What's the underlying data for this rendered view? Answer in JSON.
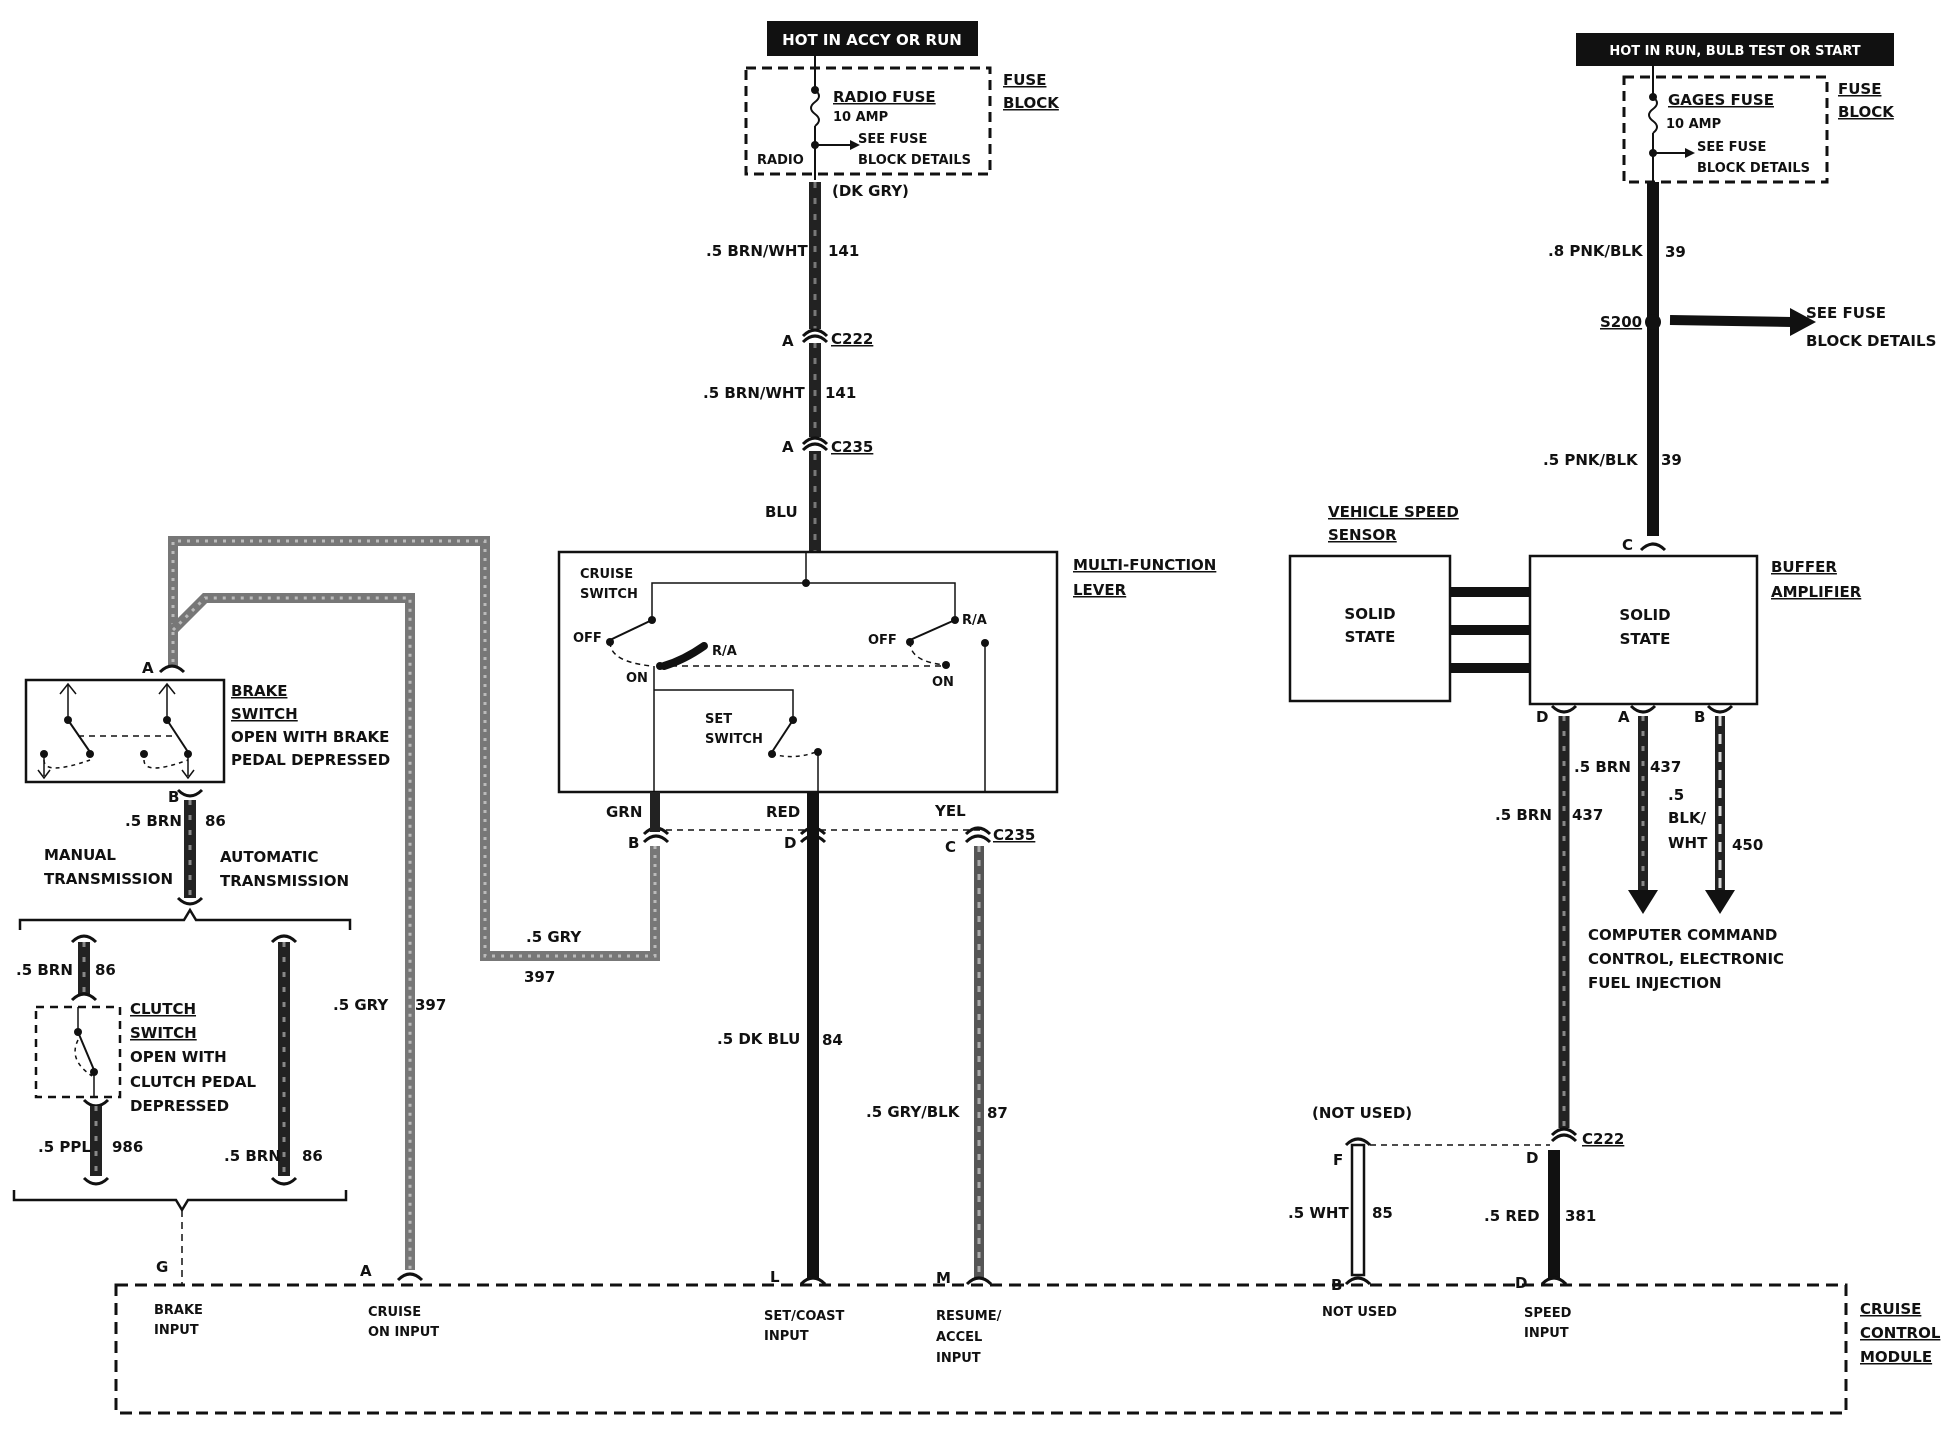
{
  "power": {
    "radio_hot": "HOT IN ACCY OR RUN",
    "gages_hot": "HOT IN RUN, BULB TEST OR START",
    "fuse_block_1": "FUSE",
    "fuse_block_2": "BLOCK",
    "radio_fuse": "RADIO FUSE",
    "radio_amp": "10 AMP",
    "gages_fuse": "GAGES FUSE",
    "gages_amp": "10 AMP",
    "see_fuse_1": "SEE FUSE",
    "see_fuse_2": "BLOCK DETAILS",
    "radio": "RADIO",
    "dk_gry": "(DK GRY)",
    "see_fuse_big_1": "SEE FUSE",
    "see_fuse_big_2": "BLOCK DETAILS",
    "s200": "S200"
  },
  "wires": {
    "brn_wht": ".5 BRN/WHT",
    "c141": "141",
    "pnk_blk_8": ".8 PNK/BLK",
    "pnk_blk_5": ".5 PNK/BLK",
    "c39": "39",
    "blu": "BLU",
    "grn": "GRN",
    "red": "RED",
    "yel": "YEL",
    "gry": ".5 GRY",
    "c397": "397",
    "brn": ".5 BRN",
    "c86": "86",
    "ppl": ".5 PPL",
    "c986": "986",
    "dk_blu": ".5 DK BLU",
    "c84": "84",
    "gry_blk": ".5 GRY/BLK",
    "c87": "87",
    "wht": ".5 WHT",
    "c85": "85",
    "red5": ".5 RED",
    "c381": "381",
    "c437": "437",
    "half": ".5",
    "blk": "BLK/",
    "wht2": "WHT",
    "c450": "450"
  },
  "connectors": {
    "A": "A",
    "B": "B",
    "C": "C",
    "D": "D",
    "F": "F",
    "G": "G",
    "L": "L",
    "M": "M",
    "c222": "C222",
    "c235": "C235"
  },
  "mfl": {
    "title_1": "MULTI-FUNCTION",
    "title_2": "LEVER",
    "cruise_1": "CRUISE",
    "cruise_2": "SWITCH",
    "off": "OFF",
    "on": "ON",
    "ra": "R/A",
    "set_1": "SET",
    "set_2": "SWITCH"
  },
  "brake": {
    "title_1": "BRAKE",
    "title_2": "SWITCH",
    "note_1": "OPEN WITH BRAKE",
    "note_2": "PEDAL DEPRESSED",
    "manual_1": "MANUAL",
    "manual_2": "TRANSMISSION",
    "auto_1": "AUTOMATIC",
    "auto_2": "TRANSMISSION"
  },
  "clutch": {
    "title_1": "CLUTCH",
    "title_2": "SWITCH",
    "note_1": "OPEN WITH",
    "note_2": "CLUTCH PEDAL",
    "note_3": "DEPRESSED"
  },
  "sensor": {
    "title_1": "VEHICLE SPEED",
    "title_2": "SENSOR",
    "solid": "SOLID",
    "state": "STATE"
  },
  "buffer": {
    "title_1": "BUFFER",
    "title_2": "AMPLIFIER",
    "solid": "SOLID",
    "state": "STATE"
  },
  "ccc": {
    "line_1": "COMPUTER COMMAND",
    "line_2": "CONTROL, ELECTRONIC",
    "line_3": "FUEL INJECTION"
  },
  "module": {
    "title_1": "CRUISE",
    "title_2": "CONTROL",
    "title_3": "MODULE",
    "brake_1": "BRAKE",
    "brake_2": "INPUT",
    "cruise_1": "CRUISE",
    "cruise_2": "ON INPUT",
    "set_1": "SET/COAST",
    "set_2": "INPUT",
    "resume_1": "RESUME/",
    "resume_2": "ACCEL",
    "resume_3": "INPUT",
    "not_used": "NOT USED",
    "not_used_paren": "(NOT USED)",
    "speed_1": "SPEED",
    "speed_2": "INPUT"
  }
}
